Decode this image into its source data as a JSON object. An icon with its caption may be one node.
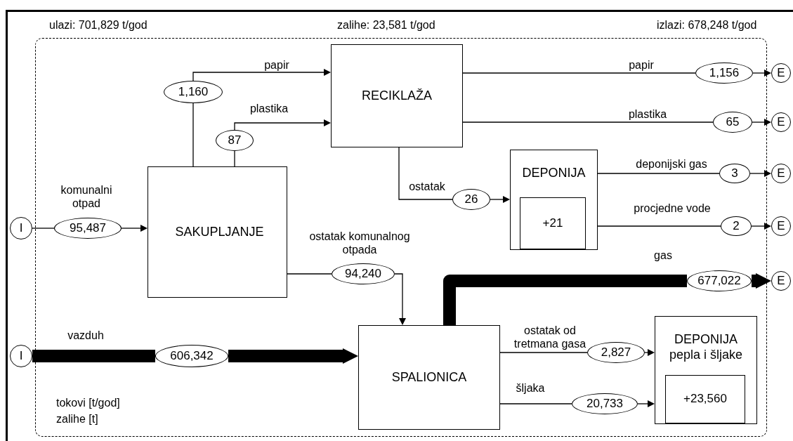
{
  "diagram": {
    "nodes": [
      {
        "text": [
          "RECIKLAŽA"
        ]
      },
      {
        "text": [
          "1,160"
        ],
        "beside": [
          "papir"
        ]
      },
      {
        "text": [
          "1,156"
        ],
        "beside": [
          "papir"
        ]
      },
      {
        "text": [
          "E"
        ]
      },
      {
        "text": [
          "87"
        ],
        "beside": [
          "plastika"
        ]
      },
      {
        "text": [
          "65"
        ]
      },
      {
        "text": [
          "E"
        ]
      },
      {
        "text": [
          "SAKUPLJANJE"
        ]
      },
      {
        "text": [
          "DEPONIJA"
        ]
      },
      {
        "text": [
          "+21"
        ],
        "in": 8
      },
      {
        "text": [
          "26"
        ],
        "beside": [
          "ostatak"
        ]
      },
      {
        "text": [
          "3"
        ],
        "beside": [
          "deponijski gas"
        ]
      },
      {
        "text": [
          "E"
        ]
      },
      {
        "text": [
          "I"
        ]
      },
      {
        "text": [
          "95,487"
        ],
        "beside": [
          "komunalni otpad"
        ]
      },
      {
        "text": [
          "2"
        ],
        "beside": [
          "procjedne vode"
        ]
      },
      {
        "text": [
          "E"
        ]
      },
      {
        "text": [
          "94,240"
        ]
      },
      {
        "text": [
          "677,022"
        ],
        "beside": [
          "gas"
        ]
      },
      {
        "text": [
          "E"
        ]
      },
      {
        "text": [
          "I"
        ]
      },
      {
        "text": [
          "606,342"
        ]
      },
      {
        "text": [
          "SPALIONICA"
        ]
      },
      {
        "text": [
          "DEPONIJA pepla i šljake"
        ]
      },
      {
        "text": [
          "+23,560"
        ],
        "in": 23
      },
      {
        "text": [
          "2,827"
        ],
        "beside": [
          "ostatak od tretmana gasa"
        ]
      },
      {
        "text": [
          "20,733"
        ],
        "beside": [
          "šljaka"
        ]
      }
    ],
    "edges": [
      {
        "from": 7,
        "to": 1,
        "arrow": "none"
      },
      {
        "from": 1,
        "to": 0,
        "arrow": "to"
      },
      {
        "from": 7,
        "to": 4,
        "arrow": "none"
      },
      {
        "from": 4,
        "to": 0,
        "arrow": "to"
      },
      {
        "from": 0,
        "to": 2,
        "arrow": "none"
      },
      {
        "from": 2,
        "to": 3,
        "arrow": "to"
      },
      {
        "from": 0,
        "to": 5,
        "arrow": "none"
      },
      {
        "from": 5,
        "to": 6,
        "arrow": "to"
      },
      {
        "from": 0,
        "to": 10,
        "arrow": "none"
      },
      {
        "from": 10,
        "to": 8,
        "arrow": "to"
      },
      {
        "from": 8,
        "to": 11,
        "arrow": "none"
      },
      {
        "from": 11,
        "to": 12,
        "arrow": "to"
      },
      {
        "from": 13,
        "to": 14,
        "arrow": "none"
      },
      {
        "from": 14,
        "to": 7,
        "arrow": "to"
      },
      {
        "from": 8,
        "to": 15,
        "arrow": "none"
      },
      {
        "from": 15,
        "to": 16,
        "arrow": "to"
      },
      {
        "from": 7,
        "to": 17,
        "arrow": "none"
      },
      {
        "from": 17,
        "to": 22,
        "arrow": "to"
      },
      {
        "from": 22,
        "to": 18,
        "arrow": "none",
        "style": "thick"
      },
      {
        "from": 18,
        "to": 19,
        "arrow": "to",
        "style": "thick"
      },
      {
        "from": 20,
        "to": 21,
        "arrow": "none",
        "style": "thick"
      },
      {
        "from": 21,
        "to": 22,
        "arrow": "to",
        "style": "thick"
      },
      {
        "from": 22,
        "to": 25,
        "arrow": "none"
      },
      {
        "from": 25,
        "to": 23,
        "arrow": "to"
      },
      {
        "from": 22,
        "to": 26,
        "arrow": "none"
      },
      {
        "from": 26,
        "to": 23,
        "arrow": "to"
      }
    ],
    "labels": [
      "ulazi: 701,829 t/god",
      "zalihe: 23,581 t/god",
      "izlazi: 678,248 t/god",
      "plastika",
      "ostatak komunalnog otpada",
      "vazduh",
      "tokovi [t/god]",
      "zalihe [t]"
    ]
  }
}
